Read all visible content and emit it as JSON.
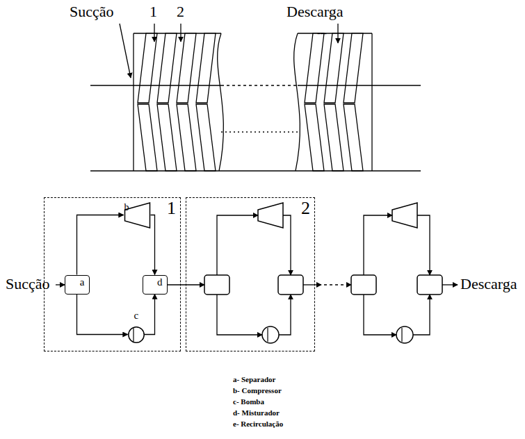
{
  "diagram": {
    "nodes": [
      {
        "text": [
          "1"
        ]
      },
      {
        "text": [
          "a"
        ],
        "in": 0
      },
      {
        "text": [
          "b"
        ],
        "in": 0
      },
      {
        "text": [
          "c"
        ],
        "in": 0
      },
      {
        "text": [
          "d"
        ],
        "in": 0
      },
      {
        "text": [
          "2"
        ]
      }
    ],
    "edges": [
      {
        "from": 1,
        "to": 2,
        "arrow": "to"
      },
      {
        "from": 2,
        "to": 4,
        "arrow": "to"
      },
      {
        "from": 1,
        "to": 3,
        "arrow": "to"
      },
      {
        "from": 3,
        "to": 4,
        "arrow": "to"
      }
    ],
    "labels": [
      "Sucção",
      "1",
      "2",
      "---",
      "Descarga",
      "Sucção",
      "Descarga",
      "a- Separador",
      "b- Compressor",
      "c- Bomba",
      "d- Misturador",
      "e- Recirculação"
    ]
  }
}
